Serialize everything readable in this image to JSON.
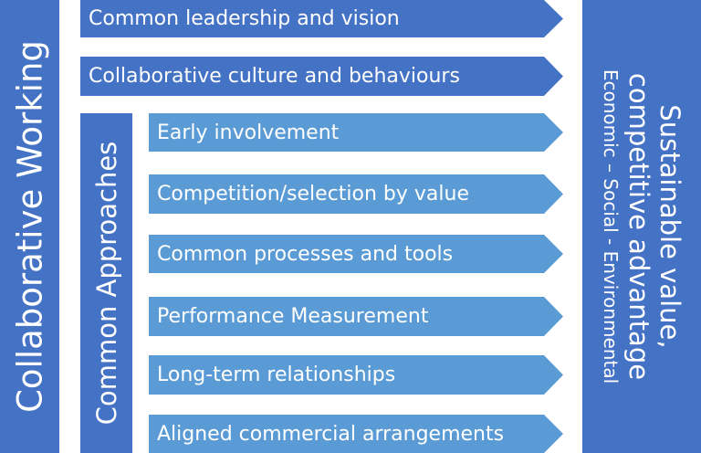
{
  "left_bar": {
    "label": "Collaborative Working"
  },
  "top_rows": [
    {
      "label": "Common leadership and vision"
    },
    {
      "label": "Collaborative culture and behaviours"
    }
  ],
  "approaches": {
    "label": "Common Approaches",
    "items": [
      {
        "label": "Early involvement"
      },
      {
        "label": "Competition/selection by value"
      },
      {
        "label": "Common processes and tools"
      },
      {
        "label": "Performance Measurement"
      },
      {
        "label": "Long-term relationships"
      },
      {
        "label": "Aligned commercial arrangements"
      }
    ]
  },
  "outcome": {
    "line1": "Sustainable value,",
    "line2": "competitive advantage",
    "subtitle": "Economic – Social - Environmental"
  },
  "colors": {
    "dark": "#4472C4",
    "light": "#5B9BD5"
  }
}
